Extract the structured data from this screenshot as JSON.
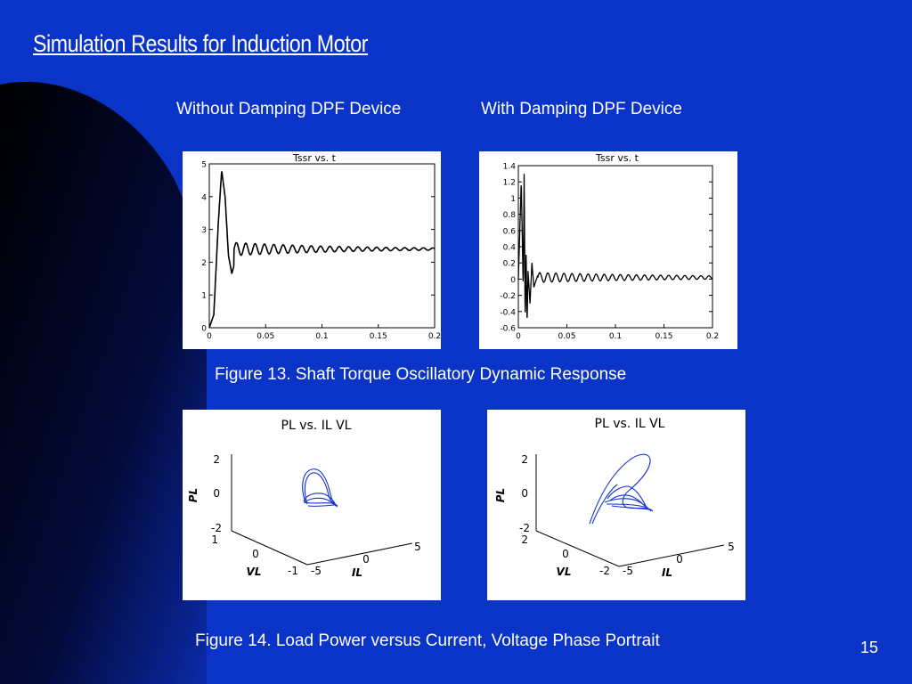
{
  "slide": {
    "title": "Simulation Results for Induction Motor",
    "page_number": "15",
    "column_left": "Without Damping DPF Device",
    "column_right": "With Damping DPF Device",
    "figure13_caption": "Figure 13. Shaft Torque Oscillatory Dynamic Response",
    "figure14_caption": "Figure 14. Load Power versus Current, Voltage Phase Portrait",
    "colors": {
      "background": "#0a33c8",
      "swoosh": "#02051f",
      "plot_line": "#000000",
      "portrait_line": "#1030d0"
    }
  },
  "chart_data": [
    {
      "type": "line",
      "title": "Tssr vs. t",
      "xlabel": "",
      "ylabel": "",
      "xlim": [
        0,
        0.2
      ],
      "ylim": [
        0,
        5
      ],
      "xticks": [
        "0",
        "0.05",
        "0.1",
        "0.15",
        "0.2"
      ],
      "yticks": [
        "0",
        "1",
        "2",
        "3",
        "4",
        "5"
      ],
      "x": [
        0,
        0.004,
        0.008,
        0.011,
        0.014,
        0.017,
        0.02,
        0.025,
        0.03,
        0.05,
        0.08,
        0.1,
        0.13,
        0.15,
        0.18,
        0.2
      ],
      "values": [
        0,
        0.4,
        3.2,
        4.8,
        4.0,
        2.2,
        1.65,
        2.3,
        2.6,
        2.25,
        2.6,
        2.3,
        2.55,
        2.35,
        2.45,
        2.4
      ],
      "oscillation_period": 0.0083,
      "grid": false
    },
    {
      "type": "line",
      "title": "Tssr vs. t",
      "xlabel": "",
      "ylabel": "",
      "xlim": [
        0,
        0.2
      ],
      "ylim": [
        -0.6,
        1.4
      ],
      "xticks": [
        "0",
        "0.05",
        "0.1",
        "0.15",
        "0.2"
      ],
      "yticks": [
        "-0.6",
        "-0.4",
        "-0.2",
        "0",
        "0.2",
        "0.4",
        "0.6",
        "0.8",
        "1",
        "1.2",
        "1.4"
      ],
      "x": [
        0,
        0.003,
        0.005,
        0.006,
        0.007,
        0.008,
        0.009,
        0.01,
        0.012,
        0.014,
        0.016,
        0.02,
        0.03,
        0.06,
        0.1,
        0.15,
        0.2
      ],
      "values": [
        0,
        1.2,
        -0.1,
        1.3,
        -0.5,
        0.3,
        -0.55,
        0.1,
        -0.3,
        0.2,
        -0.1,
        0.05,
        0.1,
        -0.05,
        0.05,
        -0.02,
        0.02
      ],
      "oscillation_period": 0.0083,
      "grid": false
    },
    {
      "type": "line",
      "title": "PL  vs. IL VL",
      "zlabel": "PL",
      "xlabel": "VL",
      "ylabel": "IL",
      "zticks": [
        "2",
        "0",
        "-2"
      ],
      "vl_ticks": [
        "1",
        "0",
        "-1"
      ],
      "il_ticks": [
        "-5",
        "0",
        "5"
      ],
      "grid": false
    },
    {
      "type": "line",
      "title": "PL  vs. IL VL",
      "zlabel": "PL",
      "xlabel": "VL",
      "ylabel": "IL",
      "zticks": [
        "2",
        "0",
        "-2"
      ],
      "vl_ticks": [
        "2",
        "0",
        "-2"
      ],
      "il_ticks": [
        "-5",
        "0",
        "5"
      ],
      "grid": false
    }
  ]
}
